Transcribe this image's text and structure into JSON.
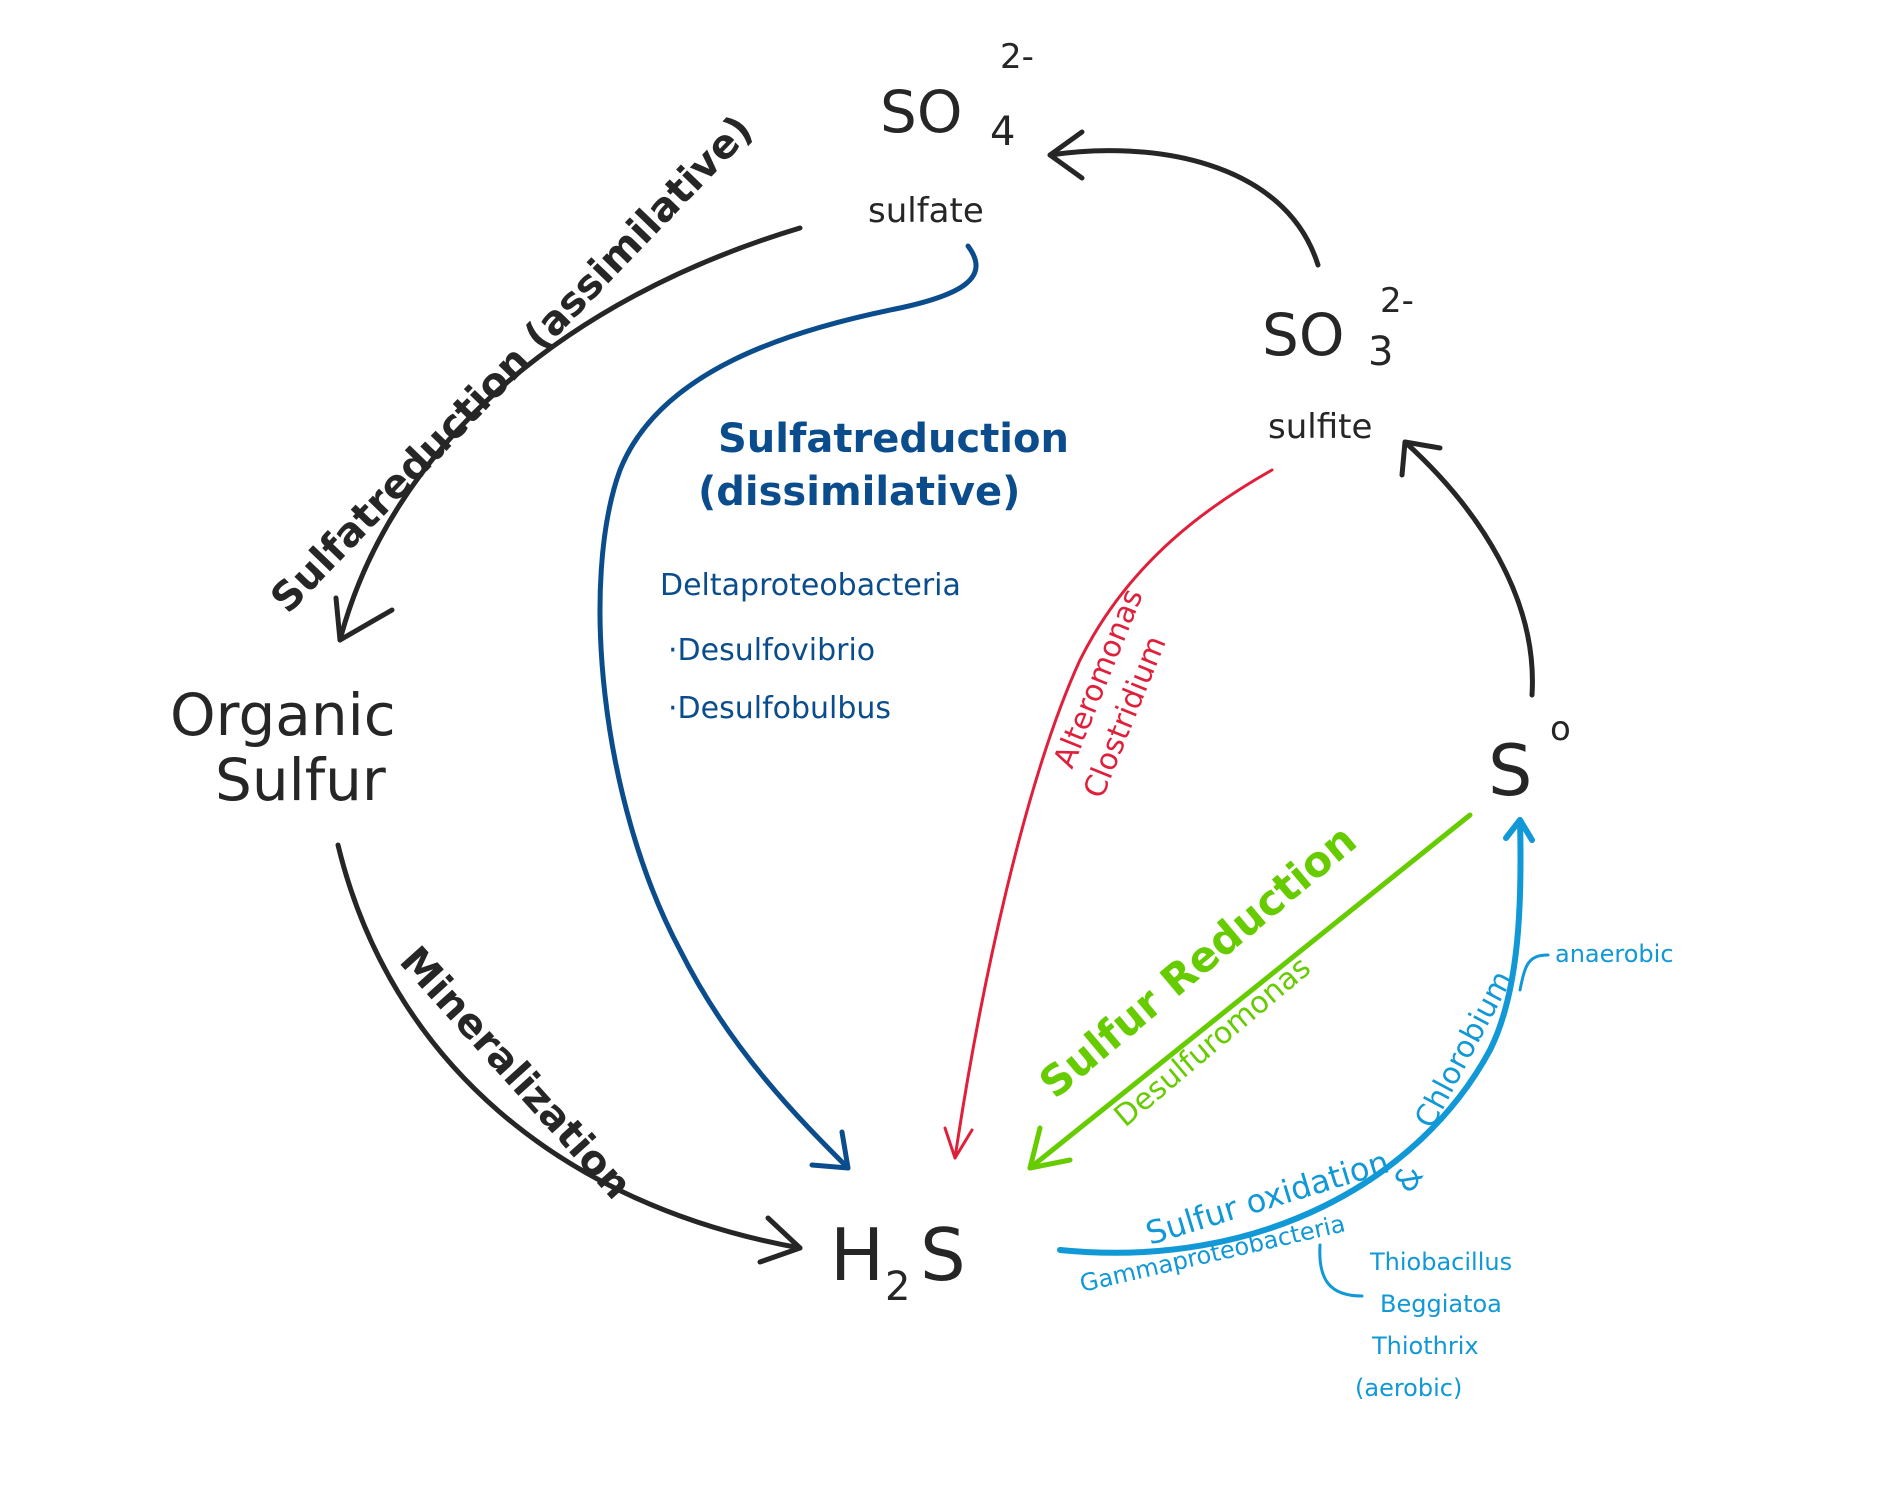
{
  "compounds": {
    "sulfate": {
      "formula": "SO",
      "subscript": "4",
      "charge": "2-",
      "name": "sulfate"
    },
    "sulfite": {
      "formula": "SO",
      "subscript": "3",
      "charge": "2-",
      "name": "sulfite"
    },
    "sulfur": {
      "formula": "S",
      "superscript": "o"
    },
    "h2s": {
      "part1": "H",
      "subscript": "2",
      "part2": "S"
    },
    "organic_sulfur": {
      "line1": "Organic",
      "line2": "Sulfur"
    }
  },
  "processes": {
    "assimilative": {
      "label": "Sulfatreduction (assimilative)"
    },
    "mineralization": {
      "label": "Mineralization"
    },
    "dissimilative": {
      "title_line1": "Sulfatreduction",
      "title_line2": "(dissimilative)",
      "group": "Deltaproteobacteria",
      "organisms": [
        "·Desulfovibrio",
        "·Desulfobulbus"
      ]
    },
    "sulfite_reduction": {
      "organisms": [
        "Alteromonas",
        "Clostridium"
      ]
    },
    "sulfur_reduction": {
      "label": "Sulfur Reduction",
      "organism": "Desulfuromonas"
    },
    "sulfur_oxidation": {
      "label": "Sulfur oxidation",
      "group_a": "Gammaproteobacteria",
      "connector": "&",
      "group_b": "Chlorobium",
      "group_b_note": "anaerobic",
      "aerobic_organisms": [
        "Thiobacillus",
        "Beggiatoa",
        "Thiothrix"
      ],
      "aerobic_note": "(aerobic)"
    }
  },
  "colors": {
    "black": "#262626",
    "navy": "#0b4d8c",
    "red": "#e0203a",
    "green": "#66cc00",
    "cyan": "#1198d6"
  }
}
